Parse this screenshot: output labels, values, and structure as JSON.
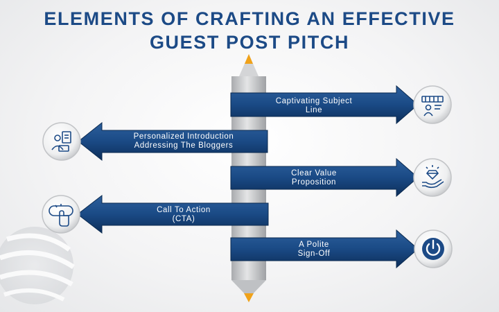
{
  "title": {
    "line1": "ELEMENTS OF CRAFTING AN EFFECTIVE",
    "line2": "GUEST POST PITCH"
  },
  "steps": [
    {
      "line1": "Captivating Subject",
      "line2": "Line",
      "direction": "right",
      "icon": "subject-line-icon"
    },
    {
      "line1": "Personalized Introduction",
      "line2": "Addressing The Bloggers",
      "direction": "left",
      "icon": "introduction-icon"
    },
    {
      "line1": "Clear Value",
      "line2": "Proposition",
      "direction": "right",
      "icon": "diamond-hand-icon"
    },
    {
      "line1": "Call To Action",
      "line2": "(CTA)",
      "direction": "left",
      "icon": "click-button-icon"
    },
    {
      "line1": "A Polite",
      "line2": "Sign-Off",
      "direction": "right",
      "icon": "power-icon"
    }
  ],
  "colors": {
    "title": "#1c4a86",
    "arrow_dark": "#0f3564",
    "arrow_light": "#2c5d99",
    "pencil_gray": "#c9cacc",
    "pencil_tip": "#f0a21a",
    "icon_blue": "#1c4a86"
  }
}
